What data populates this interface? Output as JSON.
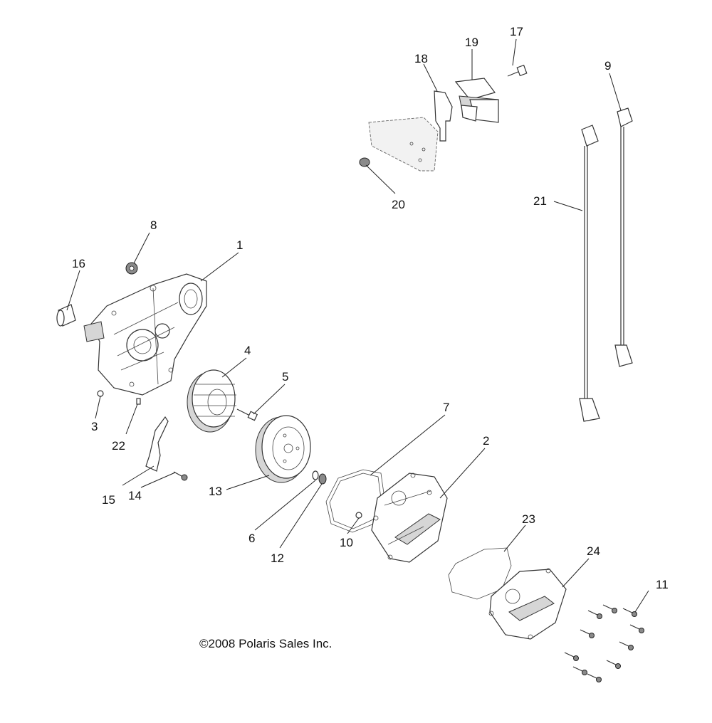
{
  "diagram": {
    "copyright": "©2008 Polaris Sales Inc.",
    "callouts": [
      "1",
      "2",
      "3",
      "4",
      "5",
      "6",
      "7",
      "8",
      "9",
      "10",
      "11",
      "12",
      "13",
      "14",
      "15",
      "16",
      "17",
      "18",
      "19",
      "20",
      "21",
      "22",
      "23",
      "24"
    ]
  }
}
